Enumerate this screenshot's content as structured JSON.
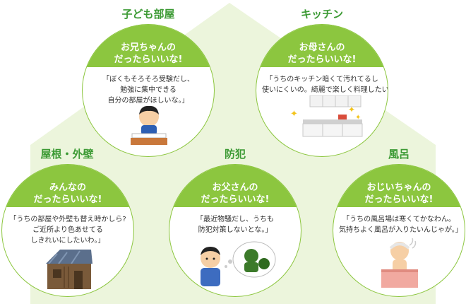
{
  "colors": {
    "accent_green": "#8cc63f",
    "title_green": "#3c9a34",
    "house_bg": "#ecf5dc"
  },
  "sections": [
    {
      "title": "子ども部屋",
      "person": [
        "お兄ちゃんの",
        "だったらいいな!"
      ],
      "quote": [
        "「ぼくもそろそろ受験だし、",
        "勉強に集中できる",
        "自分の部屋がほしいな。」"
      ],
      "icon": "boy-studying-icon"
    },
    {
      "title": "キッチン",
      "person": [
        "お母さんの",
        "だったらいいな!"
      ],
      "quote": [
        "「うちのキッチン暗くて汚れてるし",
        "使いにくいの。綺麗で楽しく料理したいわ。」"
      ],
      "icon": "kitchen-icon"
    },
    {
      "title": "屋根・外壁",
      "person": [
        "みんなの",
        "だったらいいな!"
      ],
      "quote": [
        "「うちの部屋や外壁も替え時かしら?",
        "ご近所より色あせてる",
        "しきれいにしたいわ。」"
      ],
      "icon": "old-house-icon"
    },
    {
      "title": "防犯",
      "person": [
        "お父さんの",
        "だったらいいな!"
      ],
      "quote": [
        "「最近物騒だし、うちも",
        "防犯対策しないとな。」"
      ],
      "icon": "worried-father-thief-icon"
    },
    {
      "title": "風呂",
      "person": [
        "おじいちゃんの",
        "だったらいいな!"
      ],
      "quote": [
        "「うちの風呂場は寒くてかなわん。",
        "気持ちよく風呂が入りたいんじゃが。」"
      ],
      "icon": "grandpa-bath-icon"
    }
  ]
}
